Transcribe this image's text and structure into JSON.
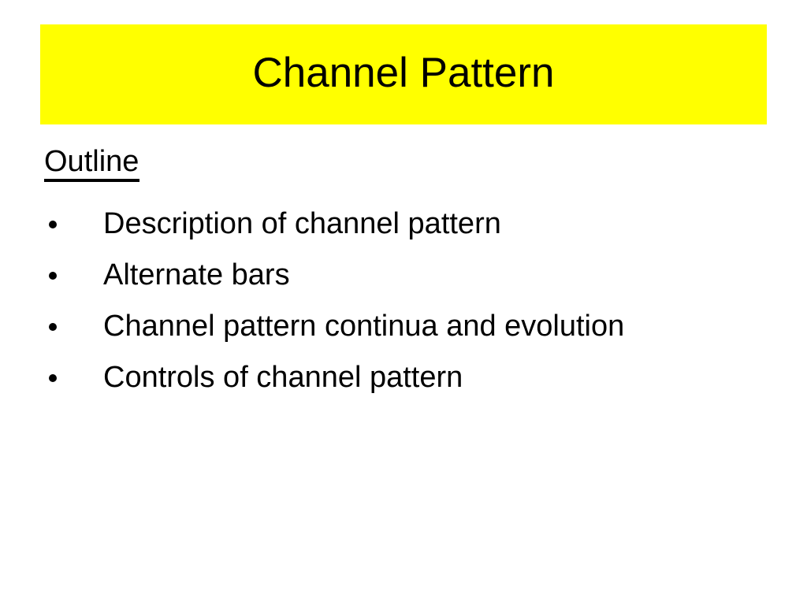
{
  "slide": {
    "background_color": "#ffffff",
    "title": {
      "text": "Channel Pattern",
      "banner_color": "#ffff00",
      "text_color": "#000000"
    },
    "body": {
      "heading": "Outline",
      "bullets": [
        {
          "marker": "bullet-dot-icon",
          "label": "Description of channel pattern"
        },
        {
          "marker": "bullet-dot-icon",
          "label": "Alternate bars"
        },
        {
          "marker": "bullet-dot-icon",
          "label": "Channel pattern continua and evolution"
        },
        {
          "marker": "bullet-dot-icon",
          "label": "Controls of channel pattern"
        }
      ]
    }
  }
}
